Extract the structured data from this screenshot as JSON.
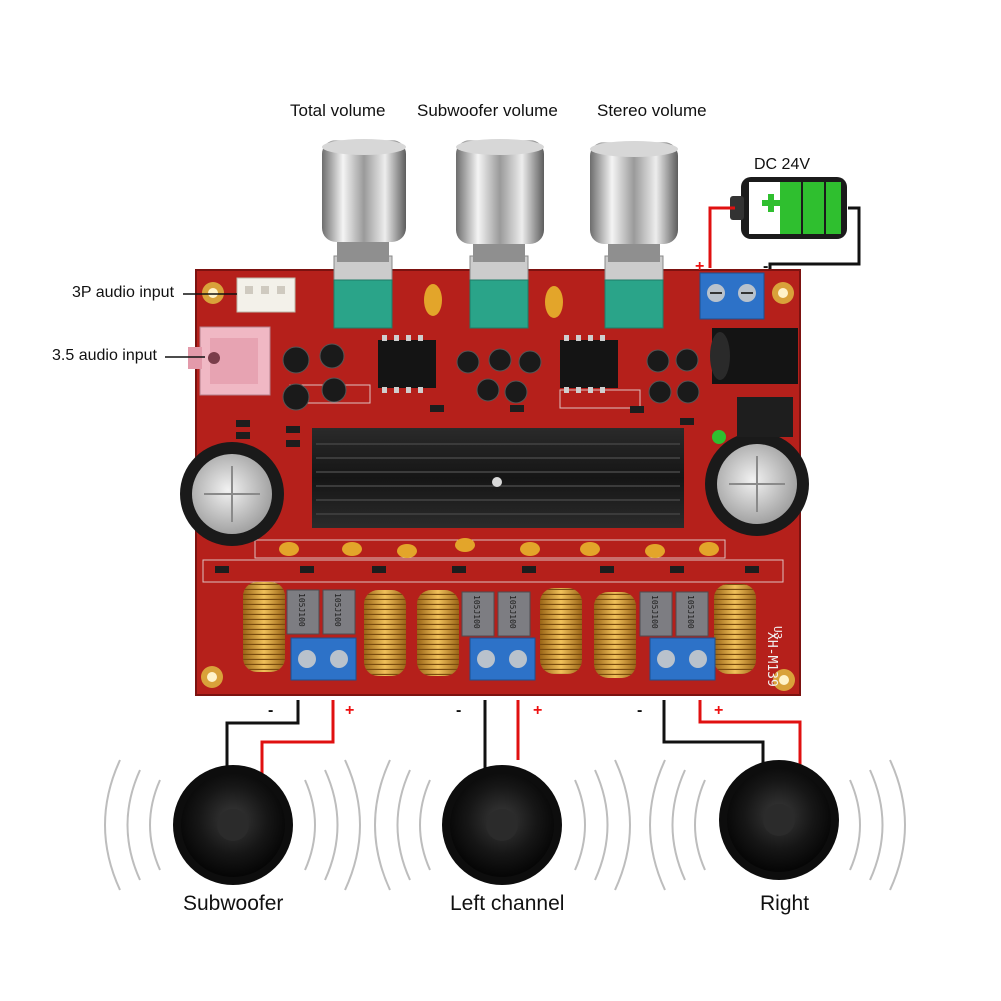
{
  "knobs": [
    {
      "label": "Total volume"
    },
    {
      "label": "Subwoofer volume"
    },
    {
      "label": "Stereo volume"
    }
  ],
  "power": {
    "label": "DC 24V",
    "plus": "+",
    "minus": "-"
  },
  "inputs": [
    {
      "label": "3P audio input"
    },
    {
      "label": "3.5 audio input"
    }
  ],
  "speakers": [
    {
      "label": "Subwoofer",
      "minus": "-",
      "plus": "+"
    },
    {
      "label": "Left channel",
      "minus": "-",
      "plus": "+"
    },
    {
      "label": "Right",
      "minus": "-",
      "plus": "+"
    }
  ],
  "board": {
    "model": "XH-M139",
    "unit": "U3",
    "inductor_codes": [
      "105J100",
      "105J100",
      "105J100",
      "105J100",
      "105J100",
      "105J100"
    ]
  },
  "colors": {
    "pcb": "#b5201b",
    "pcb_dark": "#7c1210",
    "wire_red": "#e01010",
    "wire_black": "#111111",
    "terminal_blue": "#2d72c8",
    "pot_green": "#2aa489",
    "battery_green": "#2fbf2f",
    "copper": "#d79a2c"
  }
}
